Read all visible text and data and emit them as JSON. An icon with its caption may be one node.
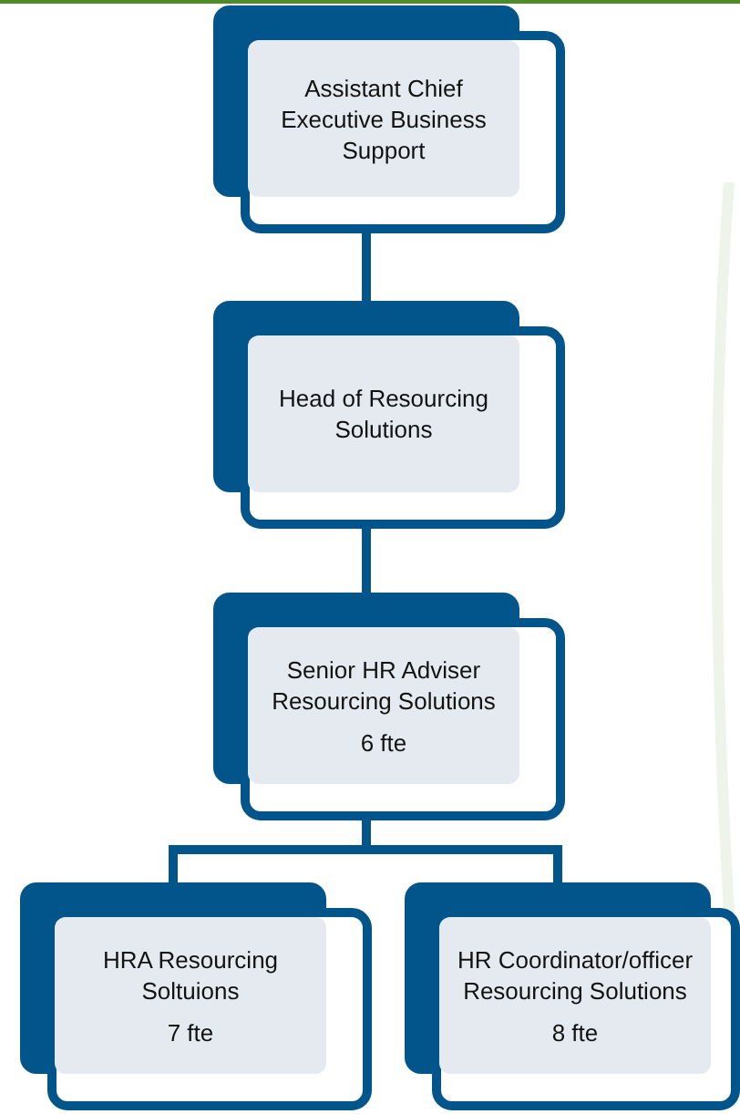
{
  "diagram": {
    "nodes": [
      {
        "text": [
          "Assistant Chief Executive Business Support"
        ]
      },
      {
        "text": [
          "Head of Resourcing Solutions"
        ]
      },
      {
        "text": [
          "Senior HR Adviser Resourcing Solutions",
          "6 fte"
        ]
      },
      {
        "text": [
          "HRA Resourcing Soltuions",
          "7 fte"
        ]
      },
      {
        "text": [
          "HR Coordinator/officer Resourcing Solutions",
          "8 fte"
        ]
      }
    ],
    "edges": [
      {
        "from": 0,
        "to": 1,
        "arrow": "none"
      },
      {
        "from": 1,
        "to": 2,
        "arrow": "none"
      },
      {
        "from": 2,
        "to": 3,
        "arrow": "none"
      },
      {
        "from": 2,
        "to": 4,
        "arrow": "none"
      }
    ]
  }
}
